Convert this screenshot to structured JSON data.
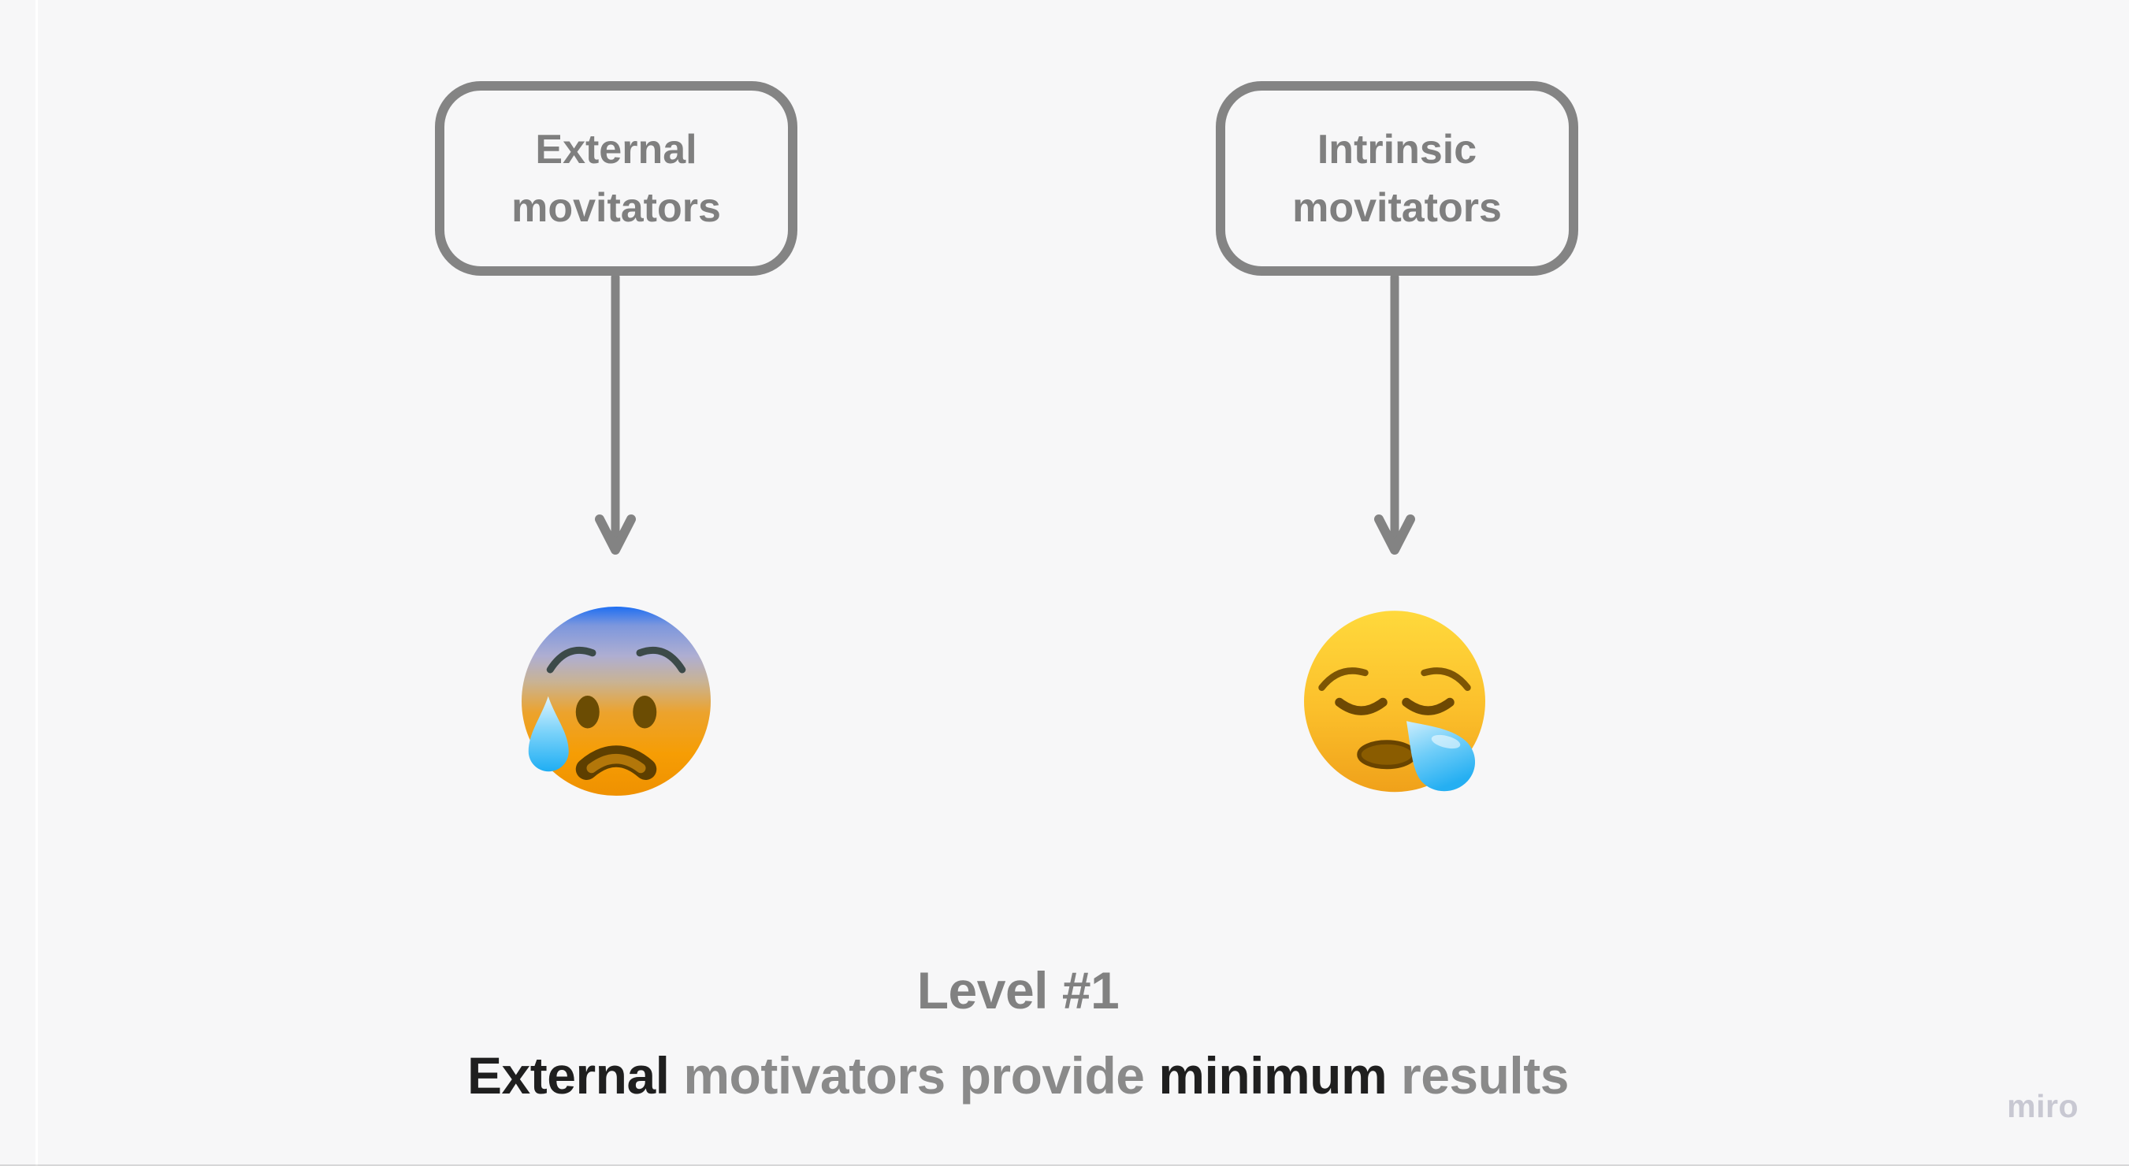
{
  "app": {
    "watermark": "miro",
    "background_color": "#f7f7f8"
  },
  "diagram": {
    "boxes": [
      {
        "id": "external",
        "line1": "External",
        "line2": "movitators"
      },
      {
        "id": "intrinsic",
        "line1": "Intrinsic",
        "line2": "movitators"
      }
    ],
    "connectors": [
      {
        "from": "external-box",
        "to": "anxious-emoji",
        "direction": "down"
      },
      {
        "from": "intrinsic-box",
        "to": "sleepy-emoji",
        "direction": "down"
      }
    ],
    "emojis": [
      {
        "name": "anxious-face-with-sweat",
        "char": "😰"
      },
      {
        "name": "sleepy-face",
        "char": "😪"
      }
    ],
    "caption": {
      "line1": "Level #1",
      "line2_parts": [
        {
          "text": "External",
          "emphasis": true
        },
        {
          "text": " motivators provide ",
          "emphasis": false
        },
        {
          "text": "minimum",
          "emphasis": true
        },
        {
          "text": " results",
          "emphasis": false
        }
      ]
    },
    "colors": {
      "stroke_gray": "#848484",
      "box_text_gray": "#7f7f7f",
      "caption_gray": "#8a8a8a",
      "caption_dark": "#1f1f1f",
      "watermark_gray": "#c8c8d2"
    }
  }
}
